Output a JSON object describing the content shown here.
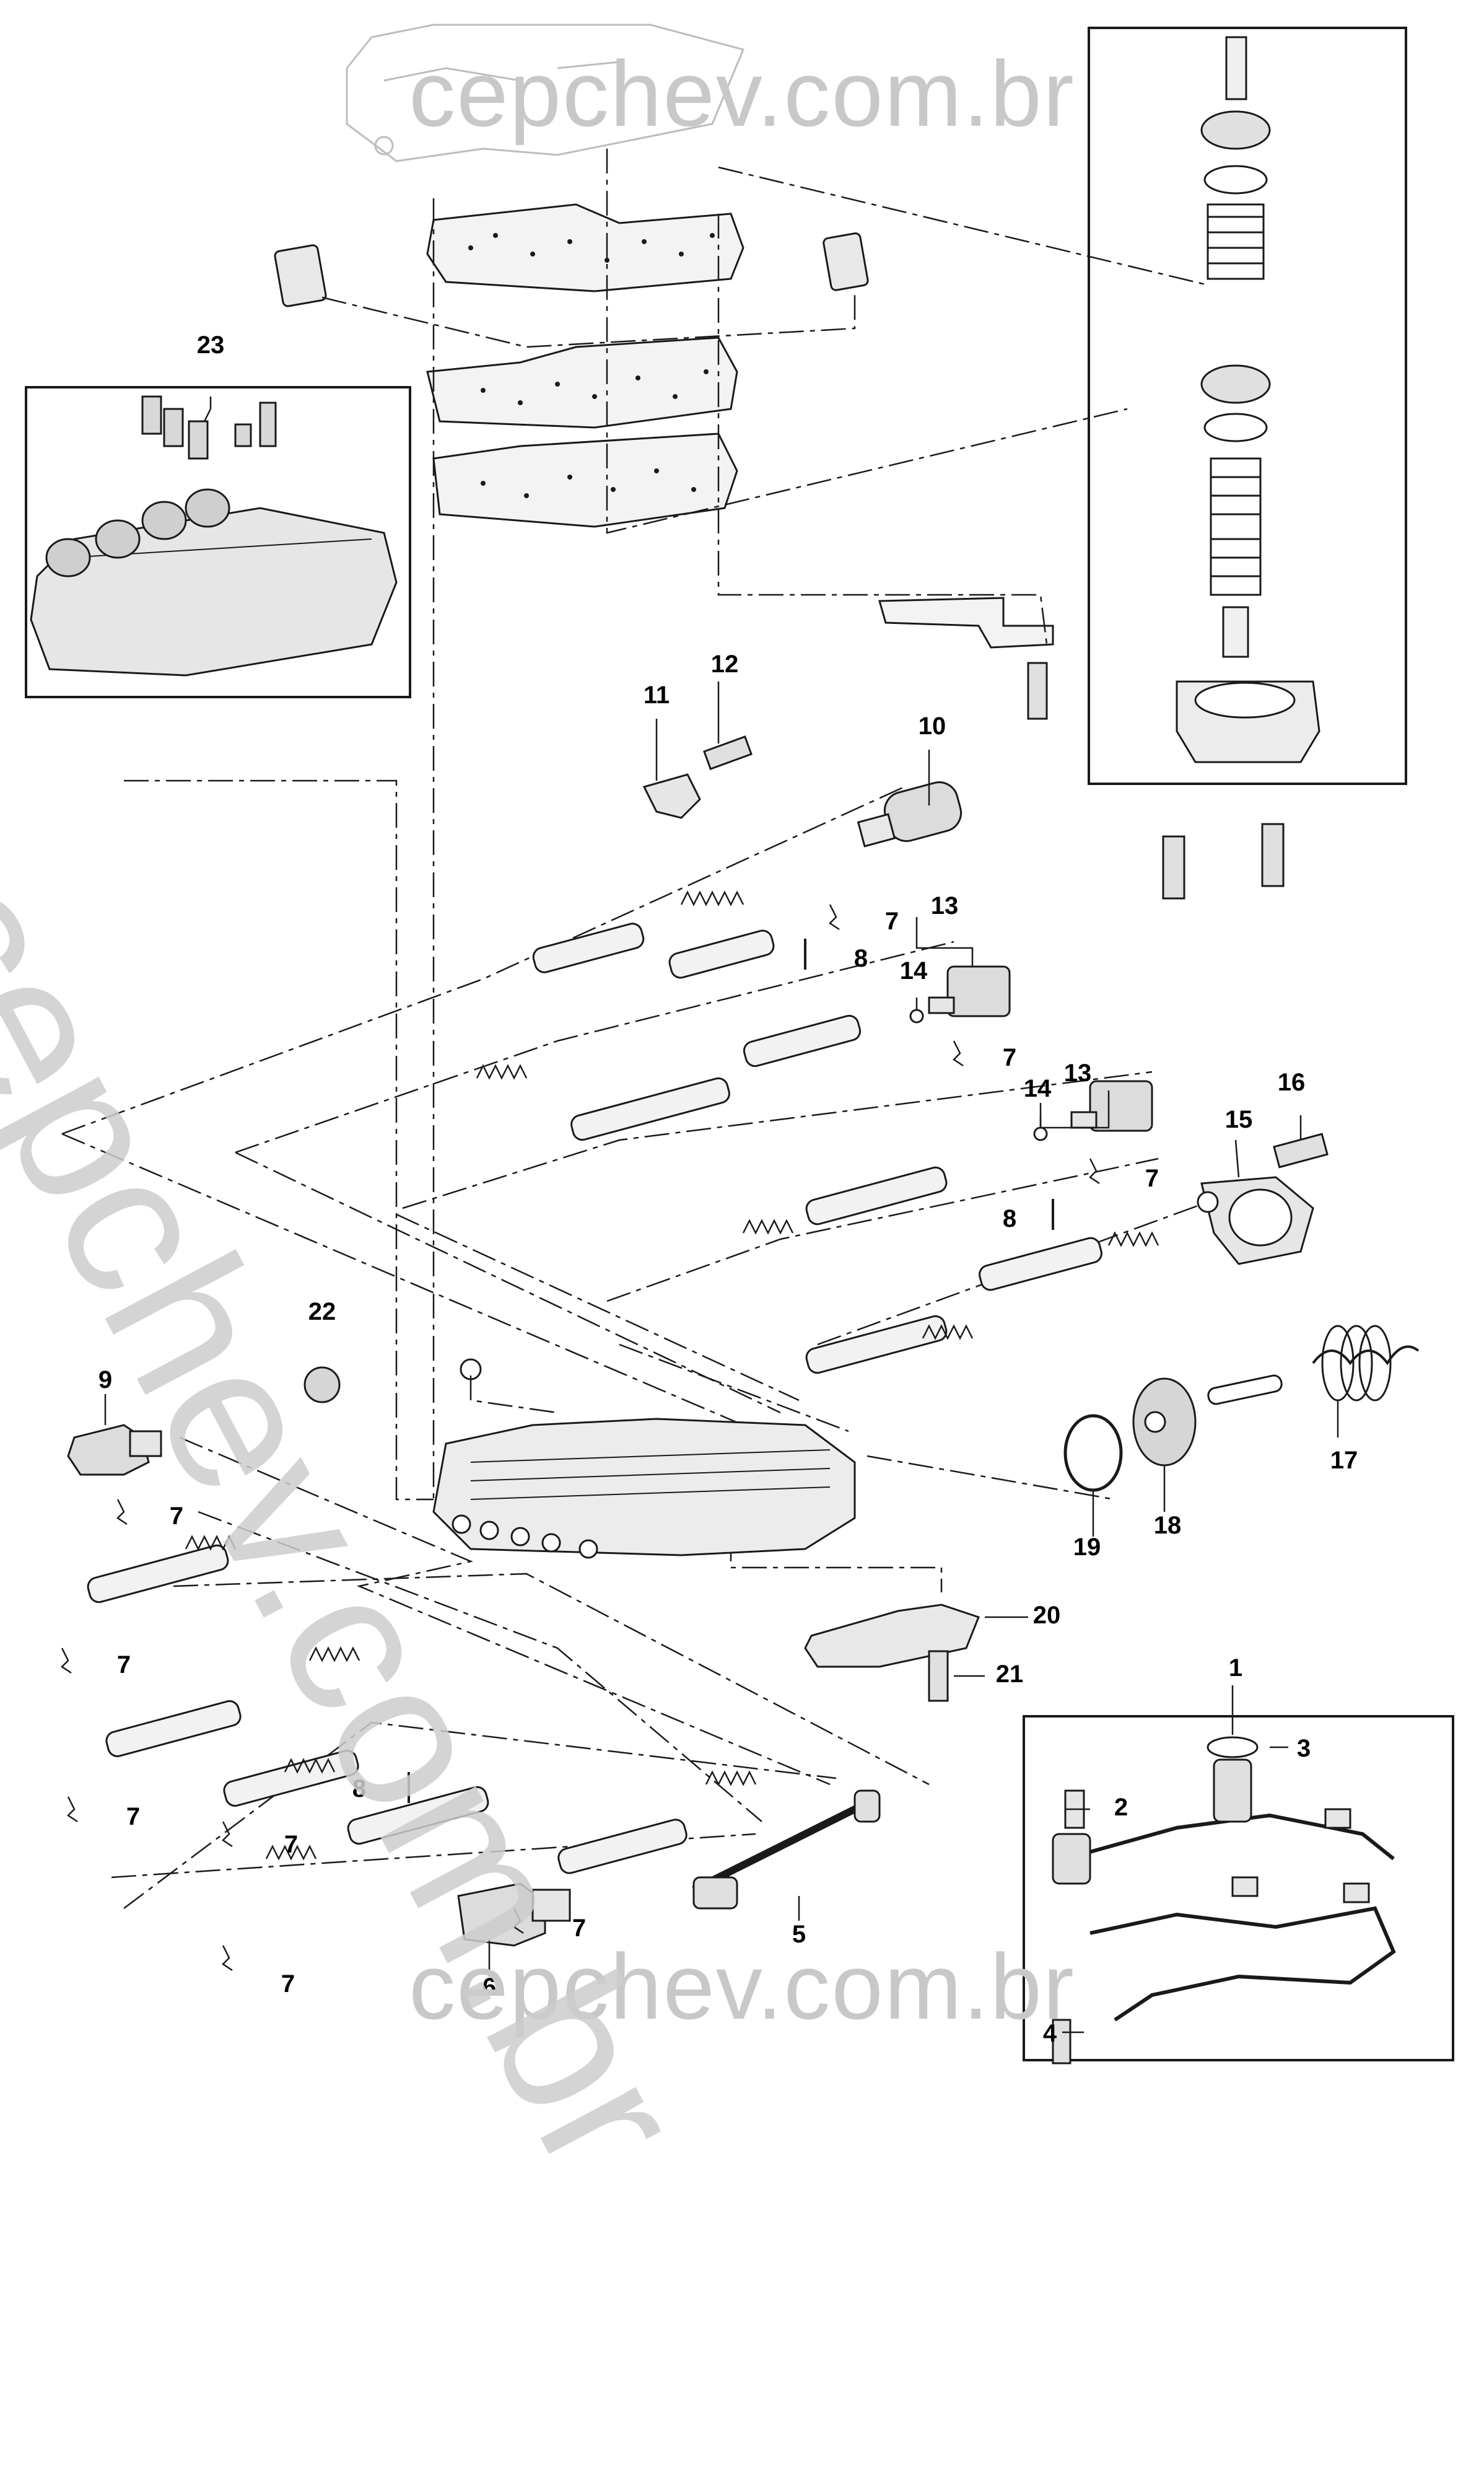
{
  "watermark": {
    "top": "cepchev.com.br",
    "bottom": "cepchev.com.br",
    "diagonal": "cepchev.com.br"
  },
  "callouts": {
    "c1": "1",
    "c2": "2",
    "c3": "3",
    "c4": "4",
    "c5": "5",
    "c6": "6",
    "c7": "7",
    "c8": "8",
    "c9": "9",
    "c10": "10",
    "c11": "11",
    "c12": "12",
    "c13": "13",
    "c14": "14",
    "c15": "15",
    "c16": "16",
    "c17": "17",
    "c18": "18",
    "c19": "19",
    "c20": "20",
    "c21": "21",
    "c22": "22",
    "c23": "23"
  },
  "colors": {
    "line": "#1a1a1a",
    "part_fill": "#d9d9d9",
    "watermark": "#c8c8c8"
  }
}
